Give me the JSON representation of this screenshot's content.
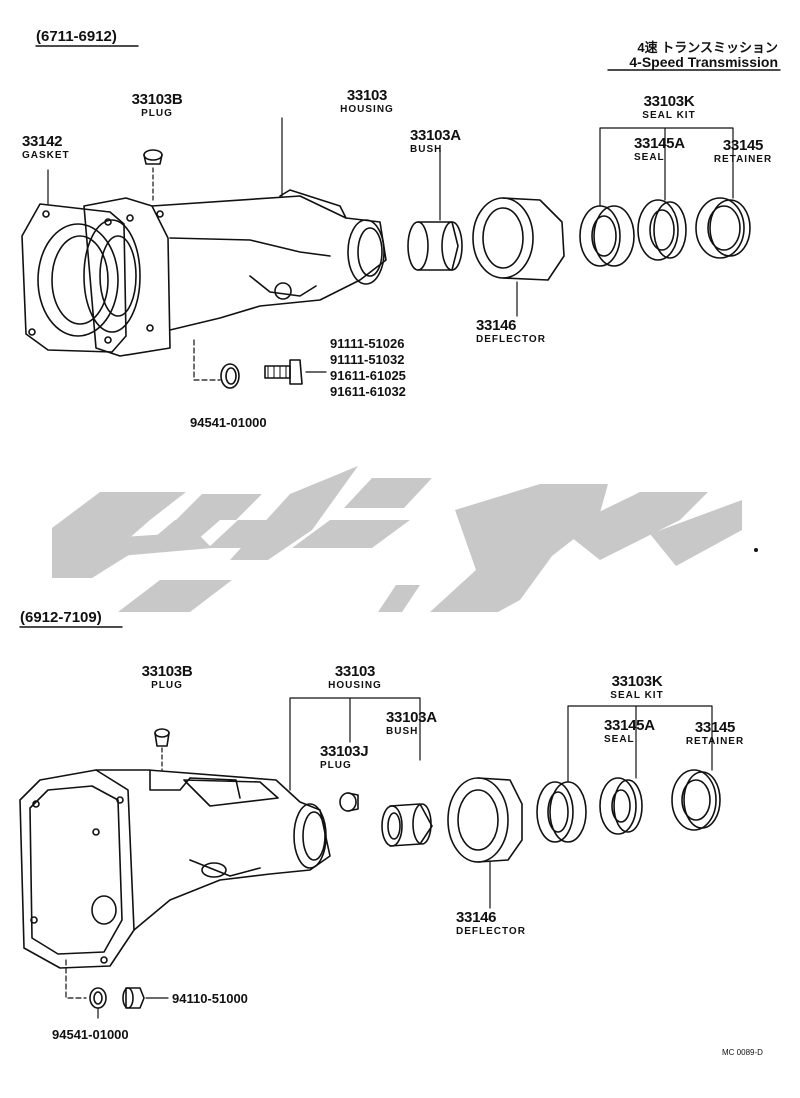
{
  "header": {
    "title_jp": "4速 トランスミッション",
    "title_en": "4-Speed Transmission"
  },
  "diagram_code": "MC 0089-D",
  "upper": {
    "range": "(6711-6912)",
    "parts": {
      "plug": {
        "number": "33103B",
        "name": "PLUG"
      },
      "gasket": {
        "number": "33142",
        "name": "GASKET"
      },
      "housing": {
        "number": "33103",
        "name": "HOUSING"
      },
      "bush": {
        "number": "33103A",
        "name": "BUSH"
      },
      "seal_kit": {
        "number": "33103K",
        "name": "SEAL KIT"
      },
      "seal": {
        "number": "33145A",
        "name": "SEAL"
      },
      "retainer": {
        "number": "33145",
        "name": "RETAINER"
      },
      "deflector": {
        "number": "33146",
        "name": "DEFLECTOR"
      }
    },
    "bolt_numbers": [
      "91111-51026",
      "91111-51032",
      "91611-61025",
      "91611-61032"
    ],
    "washer_number": "94541-01000"
  },
  "lower": {
    "range": "(6912-7109)",
    "parts": {
      "plug": {
        "number": "33103B",
        "name": "PLUG"
      },
      "housing": {
        "number": "33103",
        "name": "HOUSING"
      },
      "plug_j": {
        "number": "33103J",
        "name": "PLUG"
      },
      "bush": {
        "number": "33103A",
        "name": "BUSH"
      },
      "seal_kit": {
        "number": "33103K",
        "name": "SEAL KIT"
      },
      "seal": {
        "number": "33145A",
        "name": "SEAL"
      },
      "retainer": {
        "number": "33145",
        "name": "RETAINER"
      },
      "deflector": {
        "number": "33146",
        "name": "DEFLECTOR"
      }
    },
    "nut_number": "94110-51000",
    "washer_number": "94541-01000"
  }
}
